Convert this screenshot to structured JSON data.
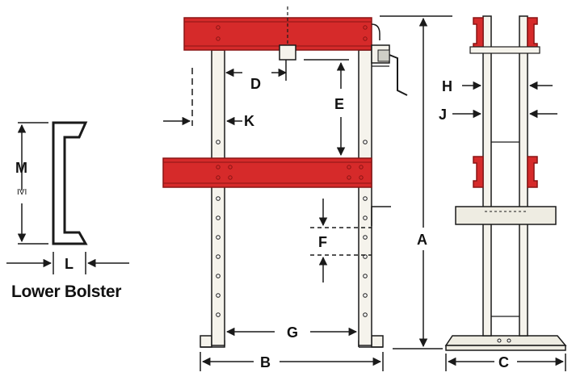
{
  "diagram": {
    "colors": {
      "bolster": "#d62a2a",
      "bolster_edge": "#8a1414",
      "frame_fill": "#f5f3ec",
      "line": "#1a1a1a",
      "bed_plate": "#eeece2"
    },
    "dimensions": {
      "A": "A",
      "B": "B",
      "C": "C",
      "D": "D",
      "E": "E",
      "F": "F",
      "G": "G",
      "H": "H",
      "J": "J",
      "K": "K",
      "L": "L",
      "M": "M",
      "M_sub": "IVI"
    },
    "caption": "Lower Bolster"
  }
}
